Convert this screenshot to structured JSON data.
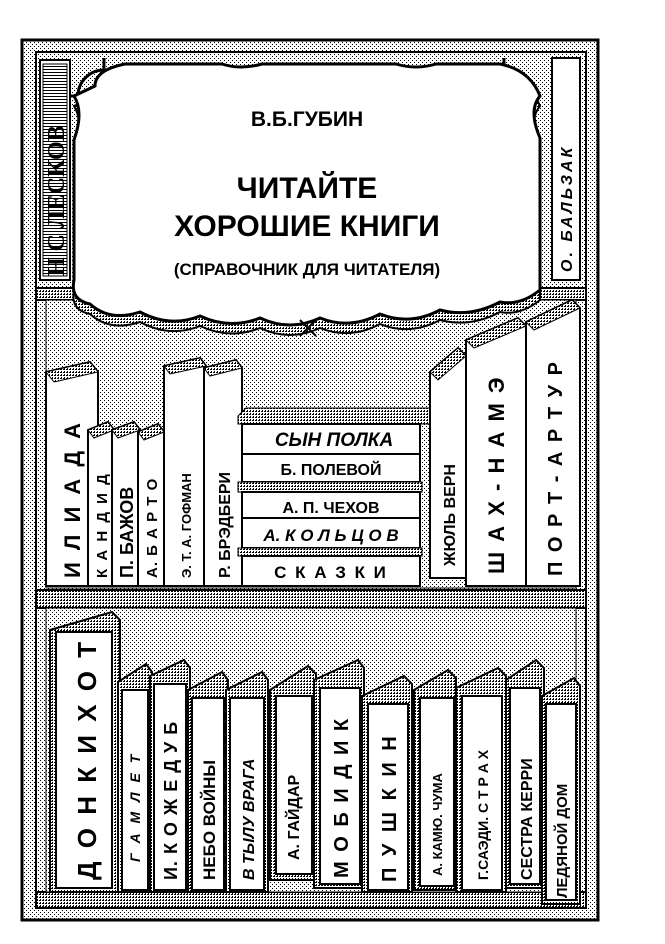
{
  "plate": {
    "author": "В.Б.ГУБИН",
    "title_line1": "ЧИТАЙТЕ",
    "title_line2": "ХОРОШИЕ КНИГИ",
    "subtitle": "(СПРАВОЧНИК ДЛЯ ЧИТАТЕЛЯ)"
  },
  "top_shelf": {
    "left_spine": "Н С ЛЕСКОВ",
    "right_spine": "О. БАЛЬЗАК"
  },
  "middle_shelf": {
    "spines": [
      "И Л И А Д А",
      "К А Н Д И Д",
      "П. БАЖОВ",
      "А. Б А Р Т О",
      "Э. Т. А. ГОФМАН",
      "Р. БРЭДБЕРИ",
      "ЖЮЛЬ ВЕРН",
      "Ш А Х - Н А М Э",
      "П О Р Т - А Р Т У Р"
    ],
    "stack": [
      "СЫН ПОЛКА",
      "Б. ПОЛЕВОЙ",
      "А. П. ЧЕХОВ",
      "А. К О Л Ь Ц О В",
      "С К А З К И"
    ]
  },
  "bottom_shelf": {
    "spines": [
      "Д О Н  К И Х О Т",
      "Г А М Л Е Т",
      "И. К О Ж Е Д У Б",
      "НЕБО ВОЙНЫ",
      "В ТЫЛУ ВРАГА",
      "А. ГАЙДАР",
      "М О Б И  Д И К",
      "П У Ш К И Н",
      "А. КАМЮ.  ЧУМА",
      "Г.САЭДИ.  С Т Р А Х",
      "СЕСТРА  КЕРРИ",
      "ЛЕДЯНОЙ  ДОМ"
    ]
  }
}
